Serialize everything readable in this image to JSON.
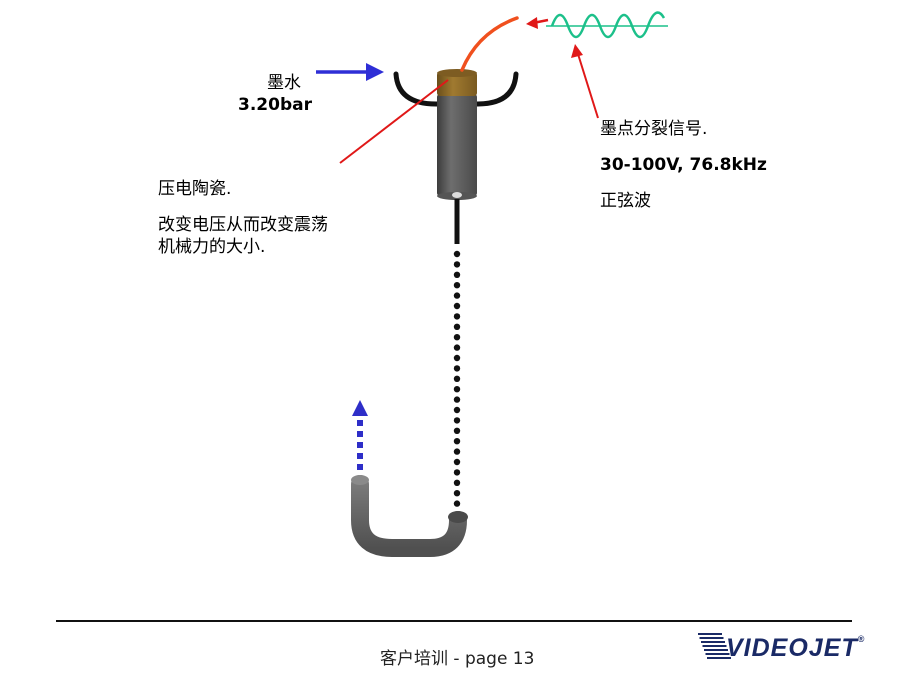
{
  "ink_label": {
    "name": "墨水",
    "pressure": "3.20bar"
  },
  "signal_label": {
    "title": "墨点分裂信号.",
    "spec": "30-100V, 76.8kHz",
    "wave": "正弦波"
  },
  "piezo_label": {
    "title": "压电陶瓷.",
    "desc_line1": "改变电压从而改变震荡",
    "desc_line2": "机械力的大小."
  },
  "footer": {
    "training": "客户培训",
    "page": "- page 13",
    "logo": "VIDEOJET",
    "logo_mark": "®"
  },
  "colors": {
    "ink_arrow": "#2e2ed6",
    "pointer": "#e01818",
    "signal_wire": "#f0501e",
    "sine_wave": "#1cc08a",
    "nozzle_body": "#5a5a5a",
    "piezo": "#8a6a28",
    "gutter": "#6a6a6a",
    "recirc_arrow": "#2e2ec8"
  }
}
